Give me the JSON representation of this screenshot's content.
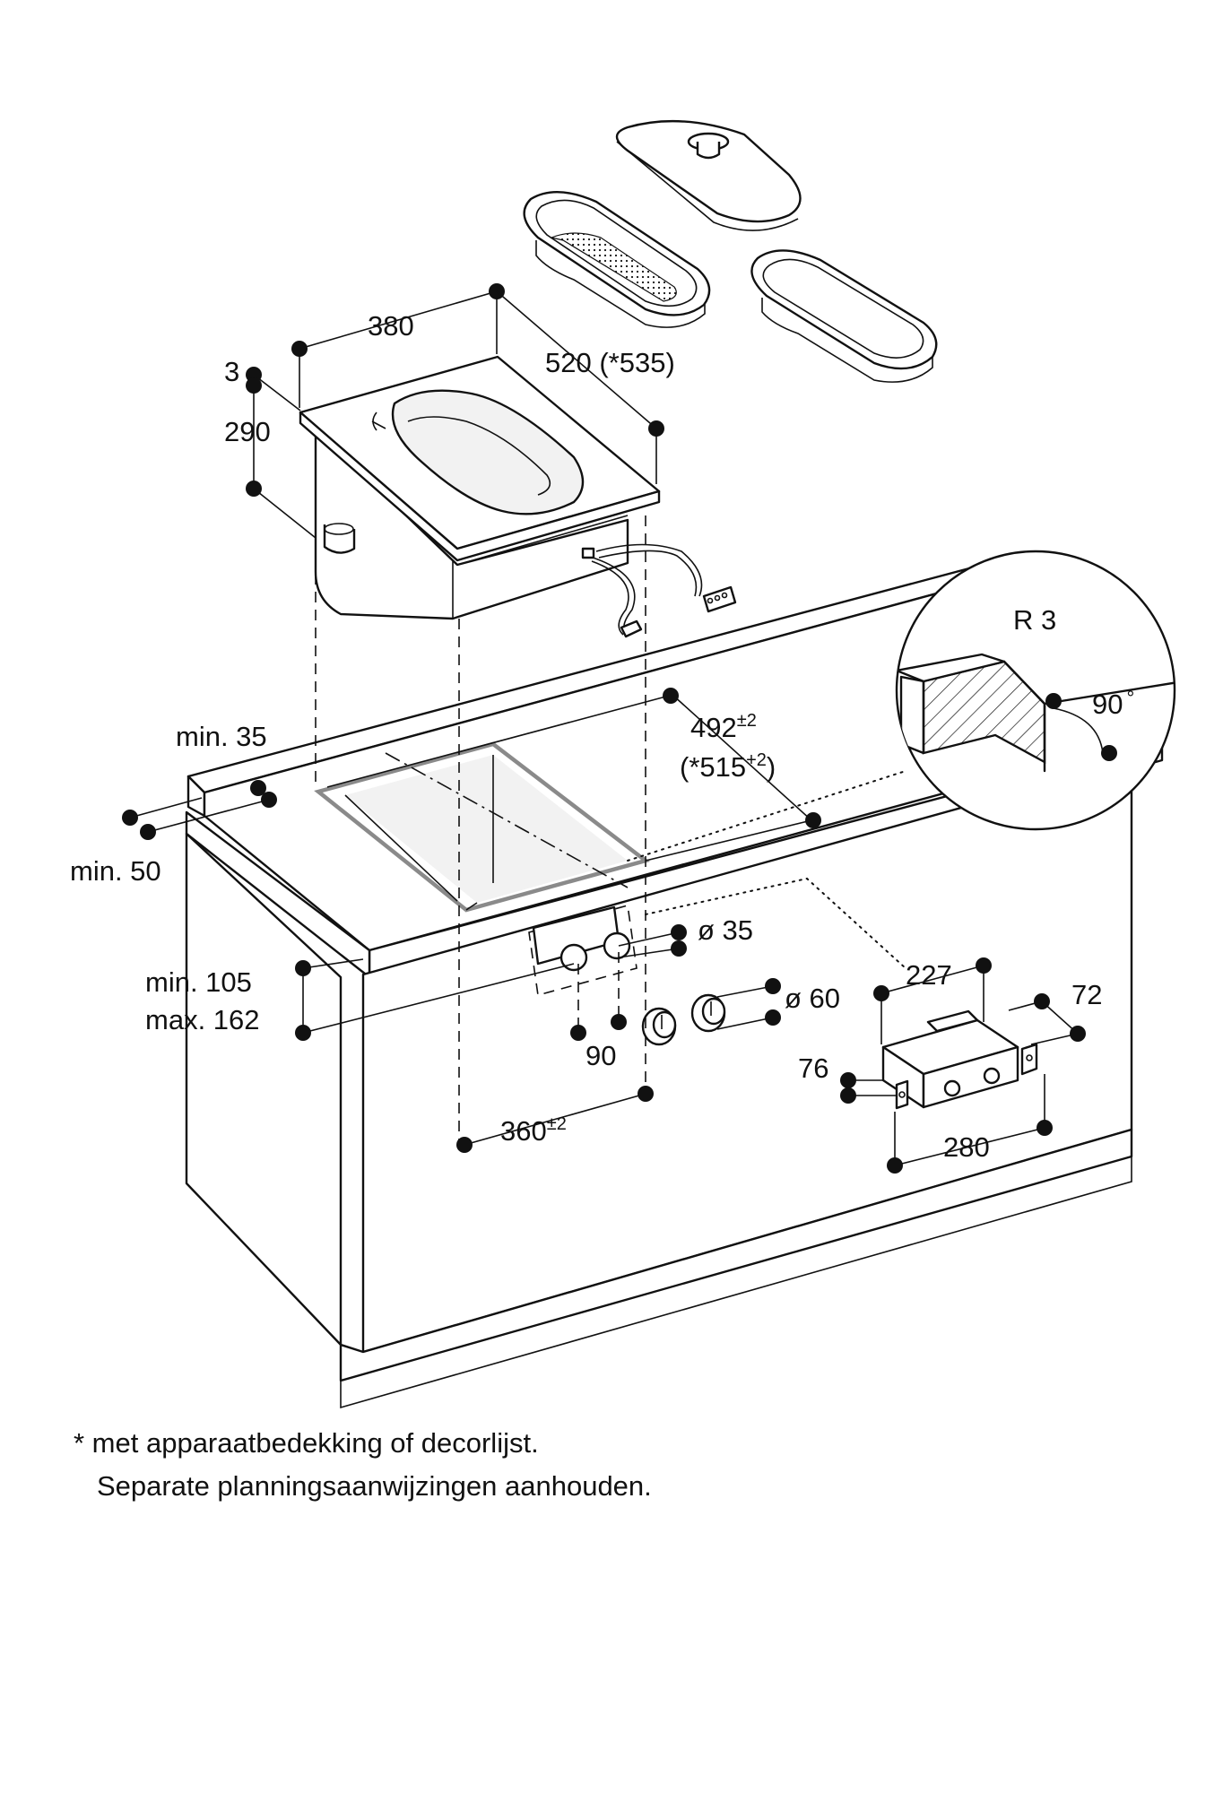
{
  "labels": {
    "w380": "380",
    "d520": "520 (*535)",
    "t3": "3",
    "h290": "290",
    "r3": "R 3",
    "a90": "90",
    "deg": "°",
    "min35": "min. 35",
    "d492": "492",
    "tol492": "±2",
    "d515_pre": "(*515",
    "tol515": "+2",
    "d515_post": ")",
    "min50": "min. 50",
    "dia35": "ø 35",
    "dia60": "ø 60",
    "min105": "min. 105",
    "max162": "max. 162",
    "s90": "90",
    "d227": "227",
    "d72": "72",
    "d76": "76",
    "d280": "280",
    "d360": "360",
    "tol360": "±2"
  },
  "notes": {
    "line1": "* met apparaatbedekking of decorlijst.",
    "line2": "Separate planningsaanwijzingen aanhouden."
  }
}
